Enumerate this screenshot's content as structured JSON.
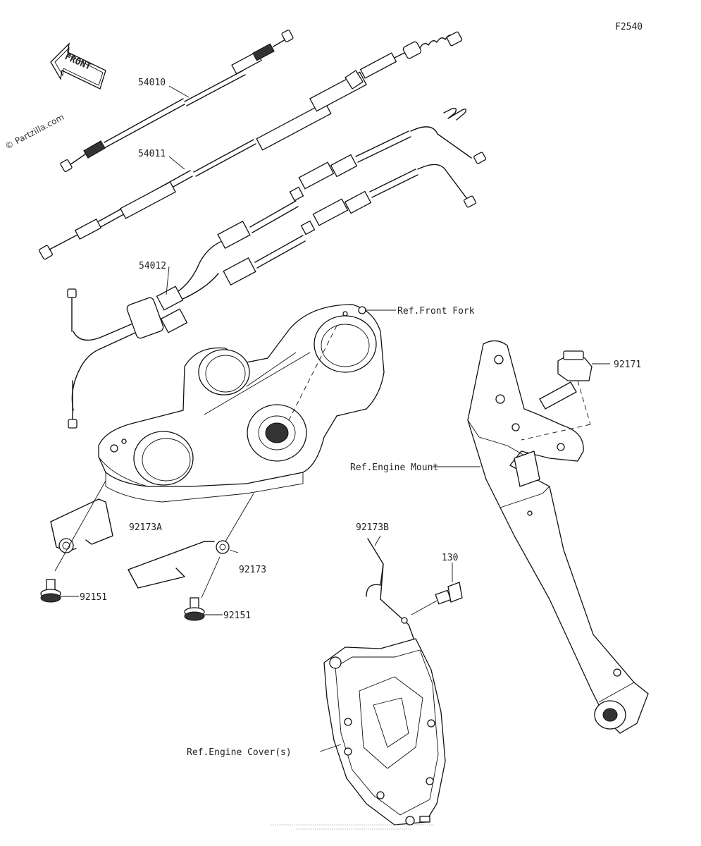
{
  "diagram_id": "F2540",
  "watermark": "© Partzilla.com",
  "front_arrow_label": "FRONT",
  "part_labels": {
    "cable_54010": "54010",
    "cable_54011": "54011",
    "cable_54012": "54012",
    "clamp_92173a": "92173A",
    "clamp_92173": "92173",
    "clamp_92173b": "92173B",
    "bolt_92151_left": "92151",
    "bolt_92151_right": "92151",
    "bolt_130": "130",
    "clamp_92171": "92171"
  },
  "reference_labels": {
    "front_fork": "Ref.Front Fork",
    "engine_mount": "Ref.Engine Mount",
    "engine_cover": "Ref.Engine Cover(s)"
  }
}
